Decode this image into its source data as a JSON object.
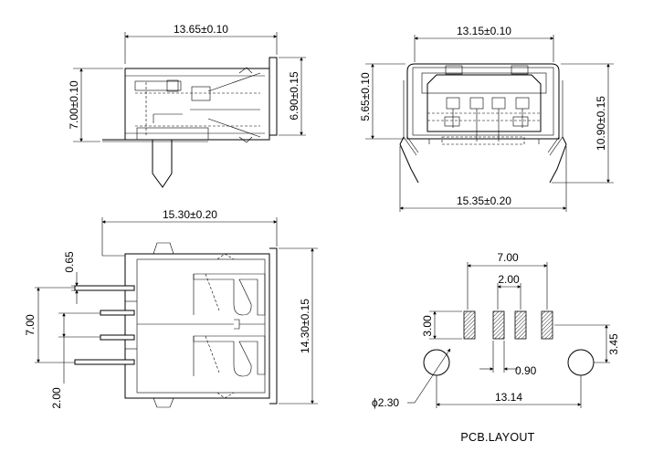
{
  "dims": {
    "top_left_width": "13.65±0.10",
    "top_left_height": "7.00±0.10",
    "top_left_inner_height": "6.90±0.15",
    "top_right_width": "13.15±0.10",
    "top_right_inner_height": "5.65±0.10",
    "top_right_total_height": "10.90±0.15",
    "top_right_lead_span": "15.35±0.20",
    "bottom_left_width": "15.30±0.20",
    "bottom_left_height": "14.30±0.15",
    "bottom_left_pin_width": "0.65",
    "bottom_left_pin_span": "7.00",
    "bottom_left_pin_pitch": "2.00",
    "pcb_pad_span": "7.00",
    "pcb_pad_pitch": "2.00",
    "pcb_pad_height": "3.00",
    "pcb_pad_width": "0.90",
    "pcb_hole_offset": "3.45",
    "pcb_hole_span": "13.14",
    "pcb_hole_diameter": "ϕ2.30"
  },
  "caption": "PCB.LAYOUT"
}
